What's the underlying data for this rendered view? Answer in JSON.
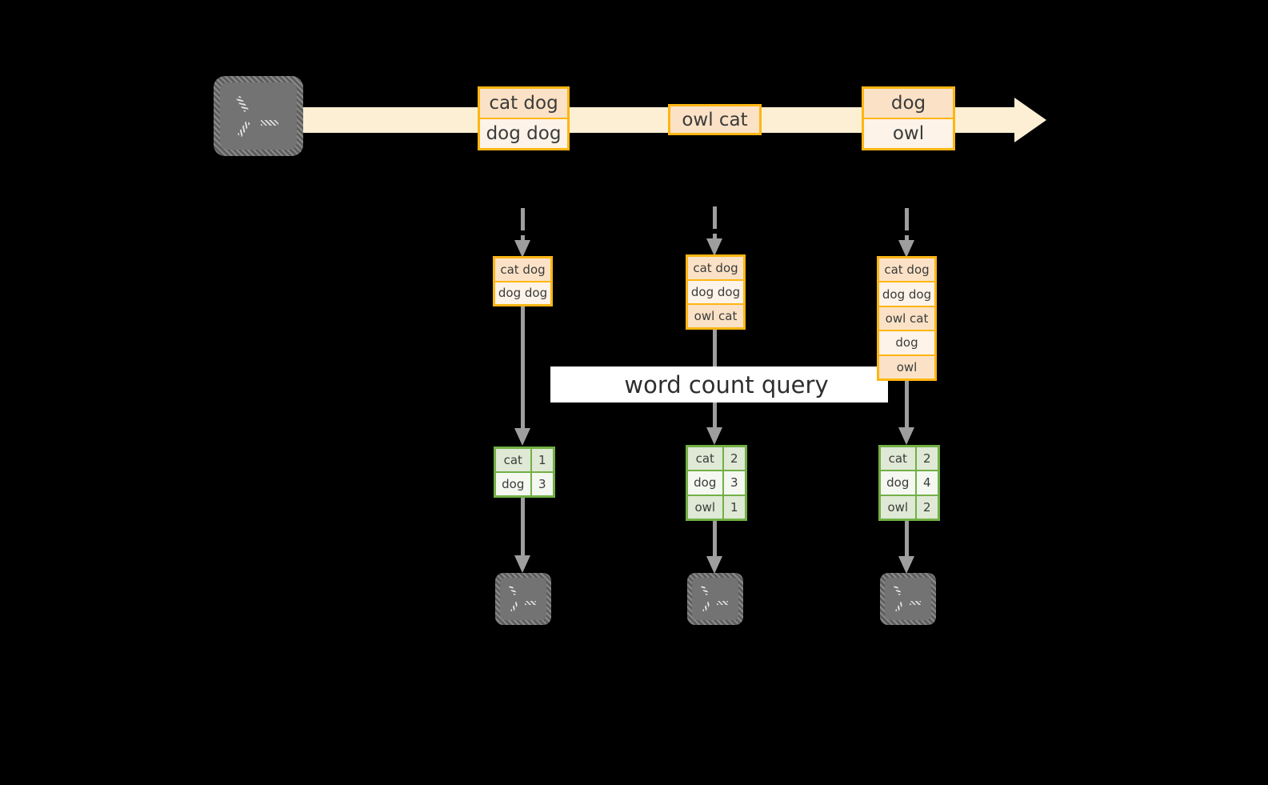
{
  "diagram": {
    "stream": {
      "source_icon": "terminal-icon",
      "records": [
        {
          "lines": [
            "cat dog",
            "dog dog"
          ]
        },
        {
          "lines": [
            "owl cat"
          ]
        },
        {
          "lines": [
            "dog",
            "owl"
          ]
        }
      ]
    },
    "query_banner": {
      "label": "word count query"
    },
    "snapshots": [
      {
        "accumulated": [
          "cat dog",
          "dog dog"
        ],
        "result": {
          "rows": [
            {
              "word": "cat",
              "count": "1"
            },
            {
              "word": "dog",
              "count": "3"
            }
          ]
        },
        "sink_icon": "terminal-icon"
      },
      {
        "accumulated": [
          "cat dog",
          "dog dog",
          "owl cat"
        ],
        "result": {
          "rows": [
            {
              "word": "cat",
              "count": "2"
            },
            {
              "word": "dog",
              "count": "3"
            },
            {
              "word": "owl",
              "count": "1"
            }
          ]
        },
        "sink_icon": "terminal-icon"
      },
      {
        "accumulated": [
          "cat dog",
          "dog dog",
          "owl cat",
          "dog",
          "owl"
        ],
        "result": {
          "rows": [
            {
              "word": "cat",
              "count": "2"
            },
            {
              "word": "dog",
              "count": "4"
            },
            {
              "word": "owl",
              "count": "2"
            }
          ]
        },
        "sink_icon": "terminal-icon"
      }
    ],
    "colors": {
      "background": "#000000",
      "stream_band": "#fcefd3",
      "record_border": "#ffb612",
      "record_fill_dark": "#fbe2c6",
      "record_fill_light": "#fdf3e8",
      "result_border": "#72b046",
      "result_fill_dark": "#dfe9d6",
      "result_fill_light": "#f4f8f1",
      "connector": "#9e9e9e",
      "banner": "#ffffff",
      "terminal_body": "#737373"
    }
  }
}
